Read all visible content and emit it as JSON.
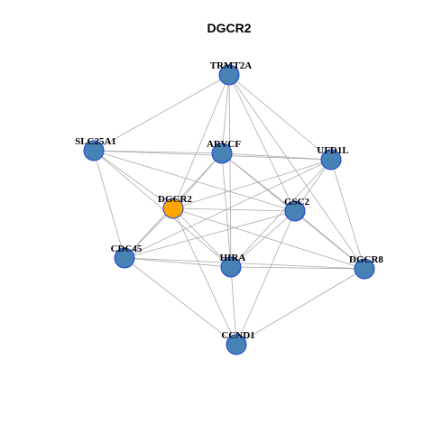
{
  "title": "DGCR2",
  "colors": {
    "default_node": "#4682b4",
    "highlight_node": "#ffa500",
    "node_border": "#1f3fd6",
    "edge": "#aaaaaa"
  },
  "nodes": [
    {
      "id": "TRMT2A",
      "label": "TRMT2A",
      "highlight": false
    },
    {
      "id": "SLC25A1",
      "label": "SLC25A1",
      "highlight": false
    },
    {
      "id": "ARVCF",
      "label": "ARVCF",
      "highlight": false
    },
    {
      "id": "UFD1L",
      "label": "UFD1L",
      "highlight": false
    },
    {
      "id": "DGCR2",
      "label": "DGCR2",
      "highlight": true
    },
    {
      "id": "GSC2",
      "label": "GSC2",
      "highlight": false
    },
    {
      "id": "CDC45",
      "label": "CDC45",
      "highlight": false
    },
    {
      "id": "HIRA",
      "label": "HIRA",
      "highlight": false
    },
    {
      "id": "DGCR8",
      "label": "DGCR8",
      "highlight": false
    },
    {
      "id": "CCND1",
      "label": "CCND1",
      "highlight": false
    }
  ],
  "edges": [
    [
      "TRMT2A",
      "SLC25A1"
    ],
    [
      "TRMT2A",
      "ARVCF"
    ],
    [
      "TRMT2A",
      "UFD1L"
    ],
    [
      "TRMT2A",
      "DGCR2"
    ],
    [
      "TRMT2A",
      "GSC2"
    ],
    [
      "TRMT2A",
      "HIRA"
    ],
    [
      "TRMT2A",
      "DGCR8"
    ],
    [
      "SLC25A1",
      "ARVCF"
    ],
    [
      "SLC25A1",
      "UFD1L"
    ],
    [
      "SLC25A1",
      "DGCR2"
    ],
    [
      "SLC25A1",
      "GSC2"
    ],
    [
      "SLC25A1",
      "CDC45"
    ],
    [
      "SLC25A1",
      "HIRA"
    ],
    [
      "ARVCF",
      "UFD1L"
    ],
    [
      "ARVCF",
      "DGCR2"
    ],
    [
      "ARVCF",
      "GSC2"
    ],
    [
      "ARVCF",
      "HIRA"
    ],
    [
      "ARVCF",
      "DGCR8"
    ],
    [
      "ARVCF",
      "CDC45"
    ],
    [
      "UFD1L",
      "DGCR2"
    ],
    [
      "UFD1L",
      "GSC2"
    ],
    [
      "UFD1L",
      "CDC45"
    ],
    [
      "UFD1L",
      "HIRA"
    ],
    [
      "UFD1L",
      "DGCR8"
    ],
    [
      "DGCR2",
      "GSC2"
    ],
    [
      "DGCR2",
      "CDC45"
    ],
    [
      "DGCR2",
      "HIRA"
    ],
    [
      "DGCR2",
      "CCND1"
    ],
    [
      "DGCR2",
      "DGCR8"
    ],
    [
      "GSC2",
      "CDC45"
    ],
    [
      "GSC2",
      "HIRA"
    ],
    [
      "GSC2",
      "CCND1"
    ],
    [
      "GSC2",
      "DGCR8"
    ],
    [
      "CDC45",
      "HIRA"
    ],
    [
      "CDC45",
      "DGCR8"
    ],
    [
      "CDC45",
      "CCND1"
    ],
    [
      "HIRA",
      "DGCR8"
    ],
    [
      "HIRA",
      "CCND1"
    ],
    [
      "DGCR8",
      "CCND1"
    ]
  ]
}
